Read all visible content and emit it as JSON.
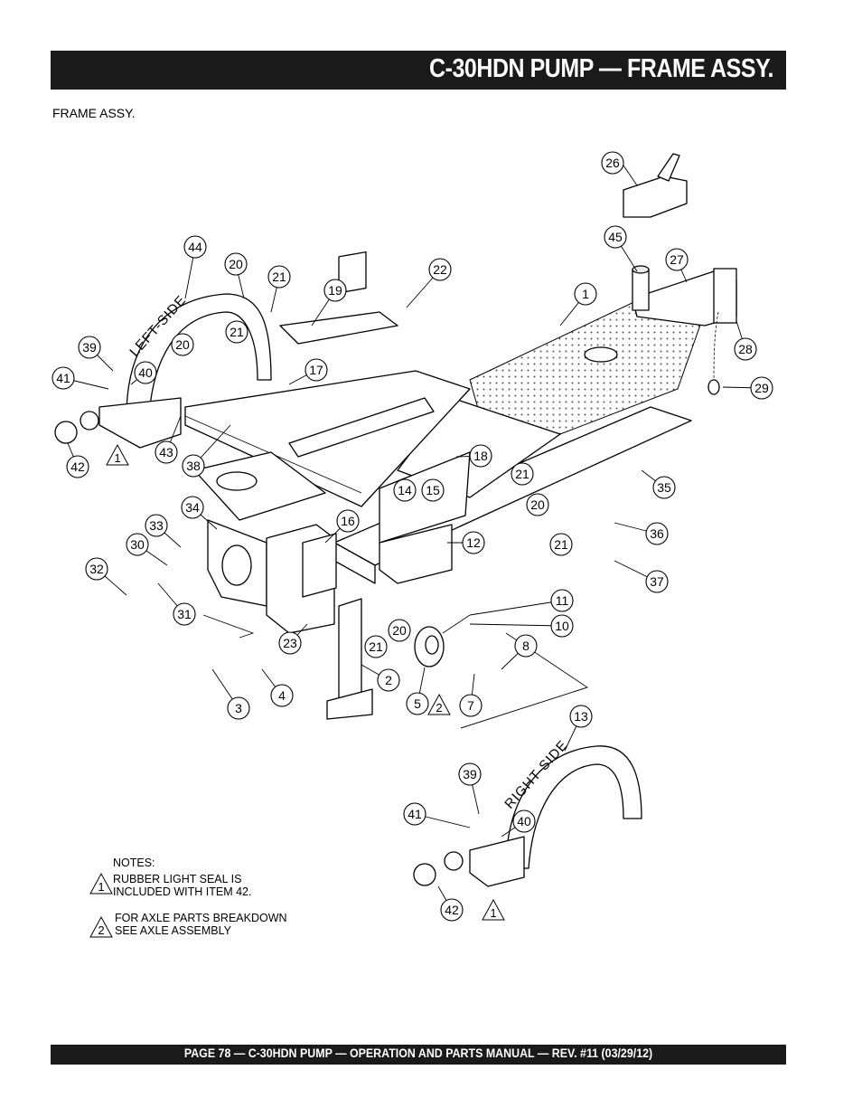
{
  "header": {
    "title": "C-30HDN PUMP — FRAME ASSY."
  },
  "subtitle": "FRAME ASSY.",
  "footer": "PAGE 78 — C-30HDN PUMP — OPERATION AND PARTS MANUAL — REV. #11 (03/29/12)",
  "side_labels": {
    "left": "LEFT-SIDE",
    "right": "RIGHT-SIDE"
  },
  "notes": {
    "heading": "NOTES:",
    "note1_num": "1",
    "note1_line1": "RUBBER LIGHT SEAL IS",
    "note1_line2": "INCLUDED WITH ITEM 42.",
    "note2_num": "2",
    "note2_line1": "FOR AXLE PARTS BREAKDOWN",
    "note2_line2": "SEE AXLE ASSEMBLY"
  },
  "callouts": [
    "26",
    "45",
    "27",
    "28",
    "29",
    "1",
    "22",
    "19",
    "21",
    "20",
    "44",
    "39",
    "40",
    "41",
    "42",
    "43",
    "38",
    "17",
    "18",
    "15",
    "14",
    "35",
    "36",
    "37",
    "16",
    "34",
    "33",
    "30",
    "32",
    "31",
    "23",
    "4",
    "3",
    "2",
    "5",
    "7",
    "8",
    "10",
    "11",
    "12",
    "13",
    "2",
    "1"
  ],
  "note_markers": [
    "1",
    "2",
    "1"
  ]
}
